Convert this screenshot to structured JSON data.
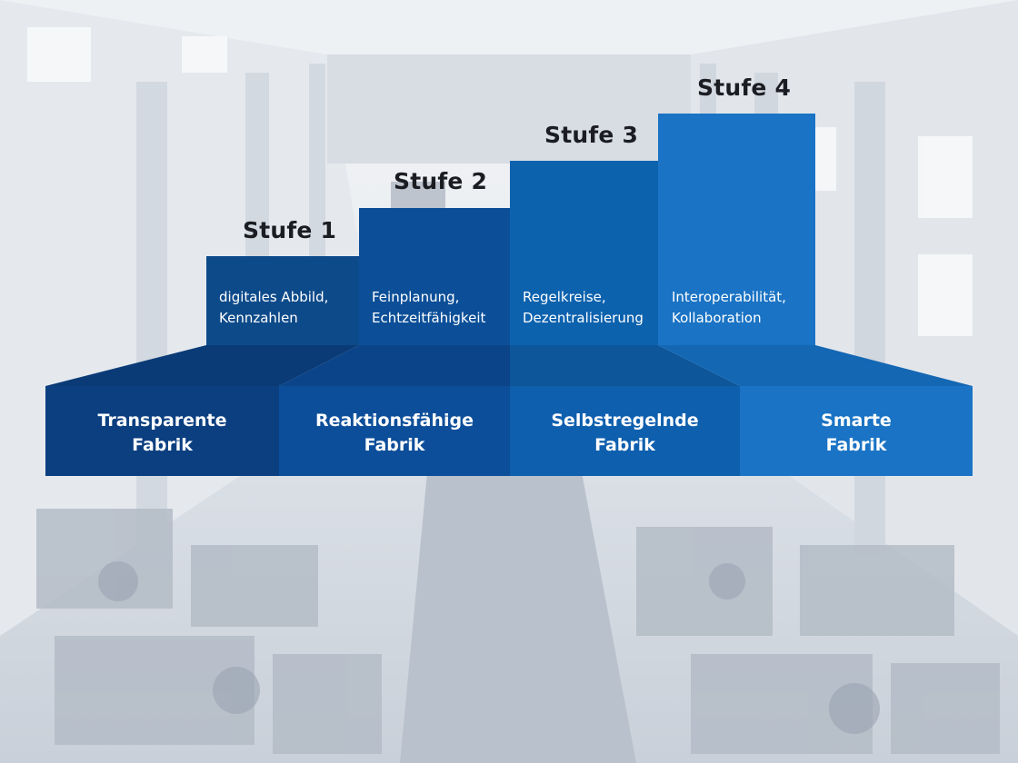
{
  "levels": [
    {
      "title": "Stufe 1",
      "description": "digitales Abbild,\nKennzahlen",
      "color": "#0d4a8a"
    },
    {
      "title": "Stufe 2",
      "description": "Feinplanung,\nEchtzeitfähigkeit",
      "color": "#0c4f98"
    },
    {
      "title": "Stufe 3",
      "description": "Regelkreise,\nDezentralisierung",
      "color": "#0d62ae"
    },
    {
      "title": "Stufe 4",
      "description": "Interoperabilität,\nKollaboration",
      "color": "#1a73c4"
    }
  ],
  "base": [
    {
      "label": "Transparente\nFabrik",
      "color": "#0b3f80"
    },
    {
      "label": "Reaktionsfähige\nFabrik",
      "color": "#0d4e9a"
    },
    {
      "label": "Selbstregelnde\nFabrik",
      "color": "#0e5fae"
    },
    {
      "label": "Smarte\nFabrik",
      "color": "#1a73c4"
    }
  ]
}
